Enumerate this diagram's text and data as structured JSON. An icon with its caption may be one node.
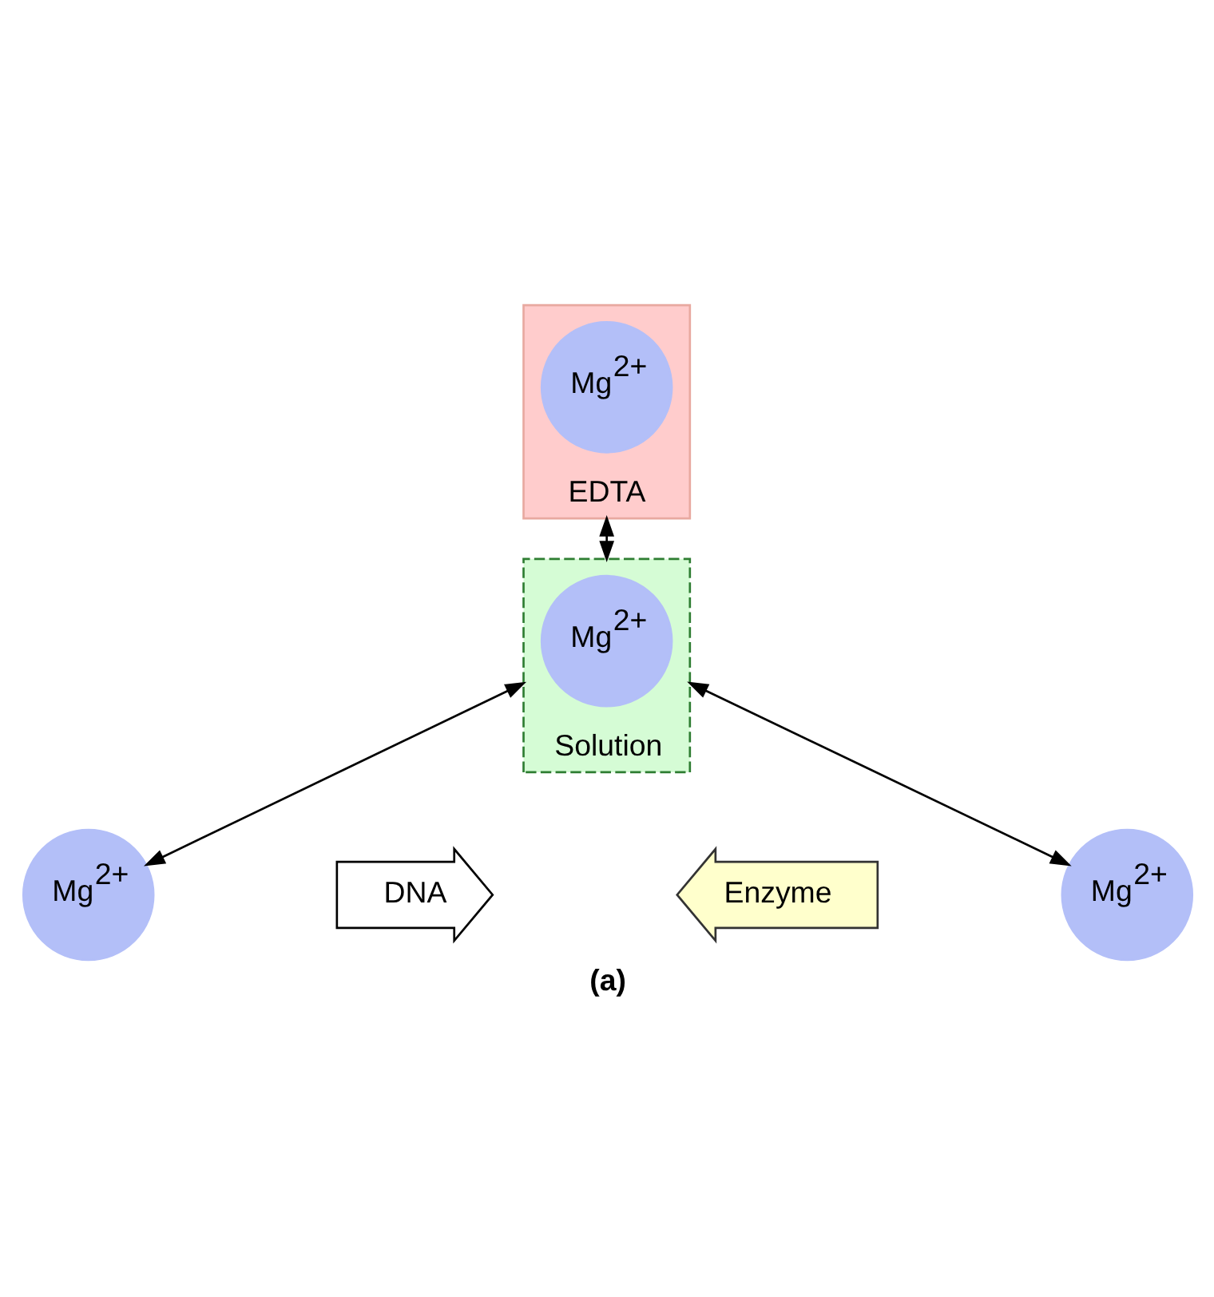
{
  "diagram": {
    "caption": "(a)",
    "nodes": [
      {
        "text": [
          "EDTA"
        ]
      },
      {
        "text": [
          "Mg$^{2+}$"
        ],
        "in": 0
      },
      {
        "text": [
          "Solution"
        ]
      },
      {
        "text": [
          "Mg$^{2+}$"
        ],
        "in": 2
      },
      {
        "text": [
          "Enzyme"
        ]
      },
      {
        "text": [
          "Mg$^{2+}$"
        ]
      },
      {
        "text": [
          "Mg$^{2+}$"
        ]
      },
      {
        "text": [
          "DNA"
        ]
      }
    ],
    "edges": [
      {
        "from": 0,
        "to": 2,
        "arrow": "both"
      },
      {
        "from": 2,
        "to": 5,
        "arrow": "both"
      },
      {
        "from": 2,
        "to": 6,
        "arrow": "both"
      }
    ]
  }
}
